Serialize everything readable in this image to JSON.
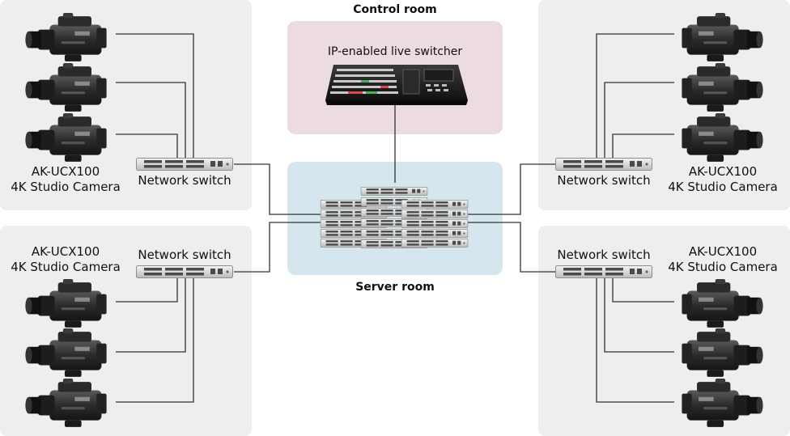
{
  "colors": {
    "panel": "#eeeeee",
    "control_room": "#ecdbe1",
    "server_room": "#d6e6ee",
    "line": "#333333"
  },
  "control_room": {
    "title": "Control room",
    "device_label": "IP-enabled live switcher",
    "device_icon": "live-switcher-icon"
  },
  "server_room": {
    "title": "Server room",
    "device_icon": "network-switch-stack-icon"
  },
  "groups": [
    {
      "id": "top-left",
      "camera_model": "AK-UCX100",
      "camera_type": "4K Studio Camera",
      "switch_label": "Network switch",
      "camera_count": 3
    },
    {
      "id": "bottom-left",
      "camera_model": "AK-UCX100",
      "camera_type": "4K Studio Camera",
      "switch_label": "Network switch",
      "camera_count": 3
    },
    {
      "id": "top-right",
      "camera_model": "AK-UCX100",
      "camera_type": "4K Studio Camera",
      "switch_label": "Network switch",
      "camera_count": 3
    },
    {
      "id": "bottom-right",
      "camera_model": "AK-UCX100",
      "camera_type": "4K Studio Camera",
      "switch_label": "Network switch",
      "camera_count": 3
    }
  ]
}
